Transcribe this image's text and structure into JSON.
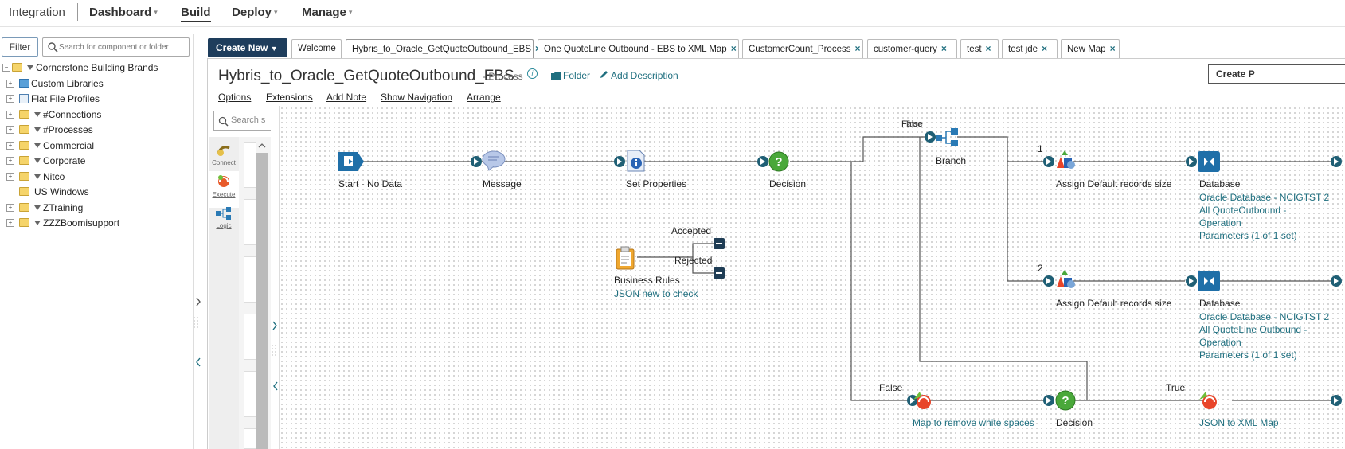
{
  "topnav": {
    "brand": "Integration",
    "items": [
      {
        "label": "Dashboard",
        "caret": "▾"
      },
      {
        "label": "Build"
      },
      {
        "label": "Deploy",
        "caret": "▾"
      },
      {
        "label": "Manage",
        "caret": "▾"
      }
    ]
  },
  "sidebar": {
    "filter_label": "Filter",
    "search_placeholder": "Search for component or folder",
    "tree": [
      {
        "label": "Cornerstone Building Brands",
        "type": "root"
      },
      {
        "label": "Custom Libraries",
        "type": "library"
      },
      {
        "label": "Flat File Profiles",
        "type": "flatfile"
      },
      {
        "label": "#Connections",
        "type": "folder"
      },
      {
        "label": "#Processes",
        "type": "folder"
      },
      {
        "label": "Commercial",
        "type": "folder"
      },
      {
        "label": "Corporate",
        "type": "folder"
      },
      {
        "label": "Nitco",
        "type": "folder"
      },
      {
        "label": "US Windows",
        "type": "folder-plain"
      },
      {
        "label": "ZTraining",
        "type": "folder"
      },
      {
        "label": "ZZZBoomisupport",
        "type": "folder"
      }
    ]
  },
  "tabs": {
    "create_new": "Create New",
    "items": [
      {
        "label": "Welcome",
        "closable": false
      },
      {
        "label": "Hybris_to_Oracle_GetQuoteOutbound_EBS",
        "closable": true
      },
      {
        "label": "One QuoteLine Outbound - EBS to XML Map",
        "closable": true
      },
      {
        "label": "CustomerCount_Process",
        "closable": true
      },
      {
        "label": "customer-query",
        "closable": true
      },
      {
        "label": "test",
        "closable": true
      },
      {
        "label": "test jde",
        "closable": true
      },
      {
        "label": "New Map",
        "closable": true
      }
    ],
    "close_glyph": "×"
  },
  "process": {
    "title": "Hybris_to_Oracle_GetQuoteOutbound_EBS",
    "type": "- Process",
    "info": "i",
    "folder_link": "Folder",
    "description_link": "Add Description",
    "create_button": "Create P",
    "menu": [
      "Options",
      "Extensions",
      "Add Note",
      "Show Navigation",
      "Arrange"
    ]
  },
  "palette": {
    "search_placeholder": "Search s",
    "items": [
      {
        "label": "Connect"
      },
      {
        "label": "Execute"
      },
      {
        "label": "Logic"
      }
    ]
  },
  "shapes": {
    "start": {
      "label": "Start - No Data"
    },
    "message": {
      "label": "Message"
    },
    "set_properties": {
      "label": "Set Properties"
    },
    "decision1": {
      "label": "Decision"
    },
    "branch": {
      "label": "Branch",
      "false_label": "False",
      "true_overlap": "True"
    },
    "assign1": {
      "label": "Assign Default records size",
      "branch_no": "1"
    },
    "assign2": {
      "label": "Assign Default records size",
      "branch_no": "2"
    },
    "db1": {
      "label": "Database",
      "sub": [
        "Oracle Database - NCIGTST 2",
        "All QuoteOutbound -",
        "Operation",
        "Parameters (1 of 1 set)"
      ]
    },
    "db2": {
      "label": "Database",
      "sub": [
        "Oracle Database - NCIGTST 2",
        "All QuoteLine Outbound -",
        "Operation",
        "Parameters (1 of 1 set)"
      ]
    },
    "business_rules": {
      "label": "Business Rules",
      "sub": "JSON new to check",
      "accepted": "Accepted",
      "rejected": "Rejected"
    },
    "map_ws": {
      "label": "Map to remove white spaces",
      "false_label": "False"
    },
    "decision2": {
      "label": "Decision",
      "true_label": "True"
    },
    "json_xml": {
      "label": "JSON to XML Map"
    }
  }
}
